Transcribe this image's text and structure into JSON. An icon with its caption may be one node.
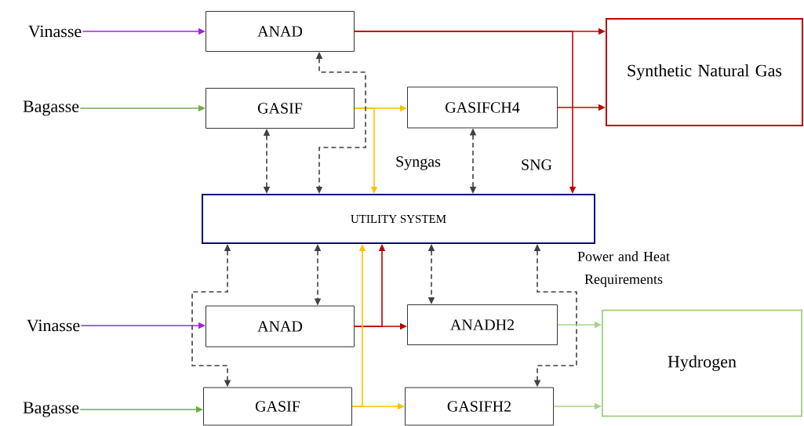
{
  "diagram": {
    "nodes": [
      {
        "text": [
          "Vinasse"
        ]
      },
      {
        "text": [
          "ANAD"
        ]
      },
      {
        "text": [
          "Bagasse"
        ]
      },
      {
        "text": [
          "GASIF"
        ]
      },
      {
        "text": [
          "GASIFCH4"
        ]
      },
      {
        "text": [
          "Synthetic Natural Gas"
        ]
      },
      {
        "text": [
          "UTILITY SYSTEM"
        ]
      },
      {
        "text": [
          "Vinasse"
        ]
      },
      {
        "text": [
          "ANAD"
        ]
      },
      {
        "text": [
          "ANADH2"
        ]
      },
      {
        "text": [
          "Hydrogen"
        ]
      },
      {
        "text": [
          "Bagasse"
        ]
      },
      {
        "text": [
          "GASIF"
        ]
      },
      {
        "text": [
          "GASIFH2"
        ]
      }
    ],
    "edges": [
      {
        "from": 0,
        "to": 1,
        "arrow": "to",
        "color": "#a020f0"
      },
      {
        "from": 2,
        "to": 3,
        "arrow": "to",
        "color": "#70ad47"
      },
      {
        "from": 1,
        "to": 5,
        "arrow": "to",
        "color": "#c00000"
      },
      {
        "from": 1,
        "to": 6,
        "arrow": "to",
        "color": "#c00000",
        "label": "SNG"
      },
      {
        "from": 3,
        "to": 4,
        "arrow": "to",
        "color": "#ffc000"
      },
      {
        "from": 3,
        "to": 6,
        "arrow": "to",
        "color": "#ffc000",
        "label": "Syngas"
      },
      {
        "from": 4,
        "to": 5,
        "arrow": "to",
        "color": "#c00000"
      },
      {
        "from": 3,
        "to": 6,
        "arrow": "both",
        "style": "dashed",
        "color": "#404040"
      },
      {
        "from": 1,
        "to": 6,
        "arrow": "both",
        "style": "dashed",
        "color": "#404040"
      },
      {
        "from": 4,
        "to": 6,
        "arrow": "both",
        "style": "dashed",
        "color": "#404040"
      },
      {
        "from": 7,
        "to": 8,
        "arrow": "to",
        "color": "#a020f0"
      },
      {
        "from": 8,
        "to": 9,
        "arrow": "to",
        "color": "#c00000"
      },
      {
        "from": 8,
        "to": 6,
        "arrow": "to",
        "color": "#c00000"
      },
      {
        "from": 6,
        "to": 8,
        "arrow": "both",
        "style": "dashed",
        "color": "#404040"
      },
      {
        "from": 6,
        "to": 12,
        "arrow": "both",
        "style": "dashed",
        "color": "#404040"
      },
      {
        "from": 6,
        "to": 9,
        "arrow": "both",
        "style": "dashed",
        "color": "#404040"
      },
      {
        "from": 6,
        "to": 13,
        "arrow": "both",
        "style": "dashed",
        "color": "#404040"
      },
      {
        "from": 11,
        "to": 12,
        "arrow": "to",
        "color": "#70ad47"
      },
      {
        "from": 12,
        "to": 13,
        "arrow": "to",
        "color": "#ffc000"
      },
      {
        "from": 12,
        "to": 6,
        "arrow": "to",
        "color": "#ffc000"
      },
      {
        "from": 9,
        "to": 10,
        "arrow": "to",
        "color": "#a9d18e"
      },
      {
        "from": 13,
        "to": 10,
        "arrow": "to",
        "color": "#a9d18e"
      }
    ],
    "labels": [
      "Power and Heat Requirements"
    ]
  }
}
